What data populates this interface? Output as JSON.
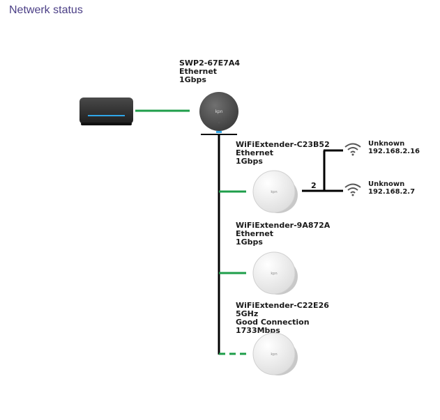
{
  "header": {
    "title": "Netwerk status"
  },
  "colors": {
    "title": "#4b3f86",
    "ethernet_link": "#1e9e4a",
    "trunk": "#000000"
  },
  "modem": {
    "icon": "modem-icon"
  },
  "router": {
    "name": "SWP2-67E7A4",
    "connection": "Ethernet",
    "speed": "1Gbps",
    "icon": "router-icon"
  },
  "extenders": [
    {
      "name": "WiFiExtender-C23B52",
      "lines": [
        "Ethernet",
        "1Gbps"
      ],
      "link": "ethernet",
      "icon": "wifi-extender-icon"
    },
    {
      "name": "WiFiExtender-9A872A",
      "lines": [
        "Ethernet",
        "1Gbps"
      ],
      "link": "ethernet",
      "icon": "wifi-extender-icon"
    },
    {
      "name": "WiFiExtender-C22E26",
      "lines": [
        "5GHz",
        "Good Connection",
        "1733Mbps"
      ],
      "link": "wireless",
      "icon": "wifi-extender-icon"
    }
  ],
  "clients_group": {
    "count": "2"
  },
  "clients": [
    {
      "name": "Unknown",
      "ip": "192.168.2.16",
      "icon": "wifi-icon"
    },
    {
      "name": "Unknown",
      "ip": "192.168.2.7",
      "icon": "wifi-icon"
    }
  ]
}
